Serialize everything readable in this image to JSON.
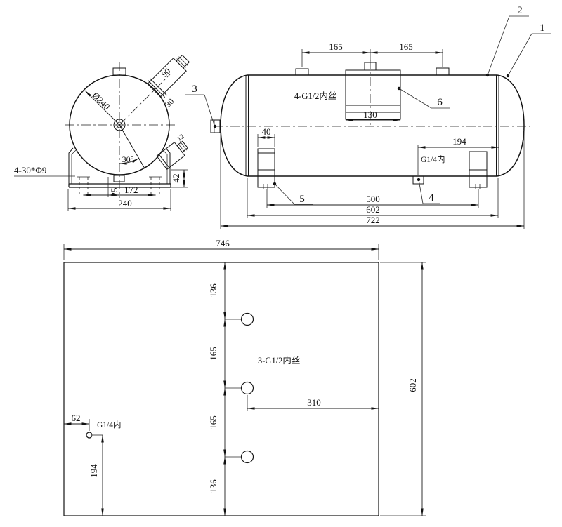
{
  "end_view": {
    "dim_diameter": "Ø240",
    "dim_port_length": "90",
    "dim_port_width": "30",
    "dim_angle": "30°",
    "dim_small_port": "12",
    "dim_offset": "25",
    "dim_slot_spacing": "172",
    "dim_base_width": "240",
    "dim_base_height": "42",
    "label_bolt_holes": "4-30*Φ9"
  },
  "side_view": {
    "dim_port_spacing_left": "165",
    "dim_port_spacing_right": "165",
    "dim_plate_width": "130",
    "dim_leg_width": "40",
    "dim_drain_offset": "194",
    "dim_leg_spacing": "500",
    "dim_shell_length": "602",
    "dim_total_length": "722",
    "label_top_ports": "4-G1/2内丝",
    "label_drain_port": "G1/4内",
    "callout_1": "1",
    "callout_2": "2",
    "callout_3": "3",
    "callout_4": "4",
    "callout_5": "5",
    "callout_6": "6"
  },
  "plate_view": {
    "dim_width": "746",
    "dim_seg_top": "136",
    "dim_seg_mid1": "165",
    "dim_seg_mid2": "165",
    "dim_seg_bottom": "136",
    "dim_hole_to_edge": "310",
    "dim_height": "602",
    "dim_corner_x": "62",
    "dim_corner_y": "194",
    "label_holes": "3-G1/2内丝",
    "label_corner_hole": "G1/4内"
  }
}
